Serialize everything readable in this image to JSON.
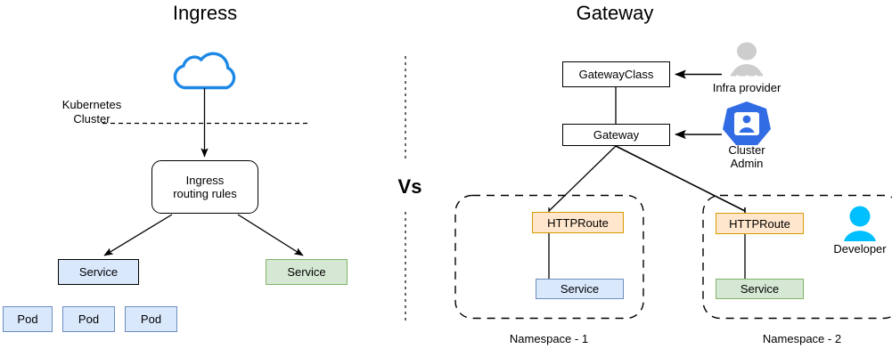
{
  "panels": {
    "left": {
      "title": "Ingress",
      "cluster_label_line1": "Kubernetes",
      "cluster_label_line2": "Cluster",
      "cloud_icon": "cloud-icon",
      "ingress_box_line1": "Ingress",
      "ingress_box_line2": "routing rules",
      "service_blue": "Service",
      "service_green": "Service",
      "pods": [
        "Pod",
        "Pod",
        "Pod"
      ]
    },
    "divider": {
      "label": "Vs"
    },
    "right": {
      "title": "Gateway",
      "gatewayclass": "GatewayClass",
      "gateway": "Gateway",
      "actors": [
        {
          "name": "infra-provider",
          "label_line1": "Infra provider",
          "label_line2": "",
          "icon": "user-gray-icon",
          "color": "#cccccc"
        },
        {
          "name": "cluster-admin",
          "label_line1": "Cluster",
          "label_line2": "Admin",
          "icon": "kubernetes-user-icon",
          "color": "#326ce5"
        },
        {
          "name": "developer",
          "label_line1": "Developer",
          "label_line2": "",
          "icon": "user-cyan-icon",
          "color": "#00bfff"
        }
      ],
      "namespaces": [
        {
          "httproute": "HTTPRoute",
          "service": "Service",
          "service_color": "#dae8fc",
          "caption": "Namespace - 1"
        },
        {
          "httproute": "HTTPRoute",
          "service": "Service",
          "service_color": "#d5e8d4",
          "caption": "Namespace - 2"
        }
      ]
    },
    "colors": {
      "blue_fill": "#dae8fc",
      "blue_stroke": "#6c8ebf",
      "green_fill": "#d5e8d4",
      "green_stroke": "#82b366",
      "orange_fill": "#ffe6cc",
      "orange_stroke": "#d79b00",
      "cloud_stroke": "#1e88e5",
      "line": "#000000"
    }
  }
}
